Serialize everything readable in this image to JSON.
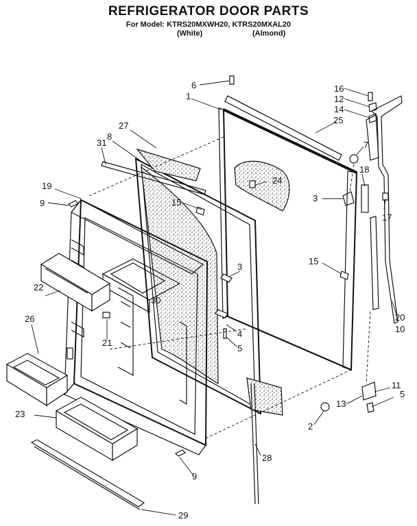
{
  "header": {
    "title": "REFRIGERATOR DOOR PARTS",
    "model_line": "For Model: KTRS20MXWH20, KTRS20MXAL20",
    "variant_white": "(White)",
    "variant_almond": "(Almond)"
  },
  "callouts": [
    {
      "id": "c6",
      "text": "6"
    },
    {
      "id": "c1",
      "text": "1"
    },
    {
      "id": "c16",
      "text": "16"
    },
    {
      "id": "c12",
      "text": "12"
    },
    {
      "id": "c14",
      "text": "14"
    },
    {
      "id": "c25",
      "text": "25"
    },
    {
      "id": "c27",
      "text": "27"
    },
    {
      "id": "c8",
      "text": "8"
    },
    {
      "id": "c31",
      "text": "31"
    },
    {
      "id": "c7",
      "text": "7"
    },
    {
      "id": "c18",
      "text": "18"
    },
    {
      "id": "c24",
      "text": "24"
    },
    {
      "id": "c19",
      "text": "19"
    },
    {
      "id": "c9a",
      "text": "9"
    },
    {
      "id": "c15a",
      "text": "15"
    },
    {
      "id": "c3a",
      "text": "3"
    },
    {
      "id": "c17",
      "text": "17"
    },
    {
      "id": "c15b",
      "text": "15"
    },
    {
      "id": "c3b",
      "text": "3"
    },
    {
      "id": "c22",
      "text": "22"
    },
    {
      "id": "c30",
      "text": "30"
    },
    {
      "id": "c26",
      "text": "26"
    },
    {
      "id": "c4",
      "text": "4"
    },
    {
      "id": "c20",
      "text": "20"
    },
    {
      "id": "c10",
      "text": "10"
    },
    {
      "id": "c21",
      "text": "21"
    },
    {
      "id": "c5a",
      "text": "5"
    },
    {
      "id": "c11",
      "text": "11"
    },
    {
      "id": "c5b",
      "text": "5"
    },
    {
      "id": "c23",
      "text": "23"
    },
    {
      "id": "c13",
      "text": "13"
    },
    {
      "id": "c2",
      "text": "2"
    },
    {
      "id": "c28",
      "text": "28"
    },
    {
      "id": "c9b",
      "text": "9"
    },
    {
      "id": "c29",
      "text": "29"
    }
  ]
}
